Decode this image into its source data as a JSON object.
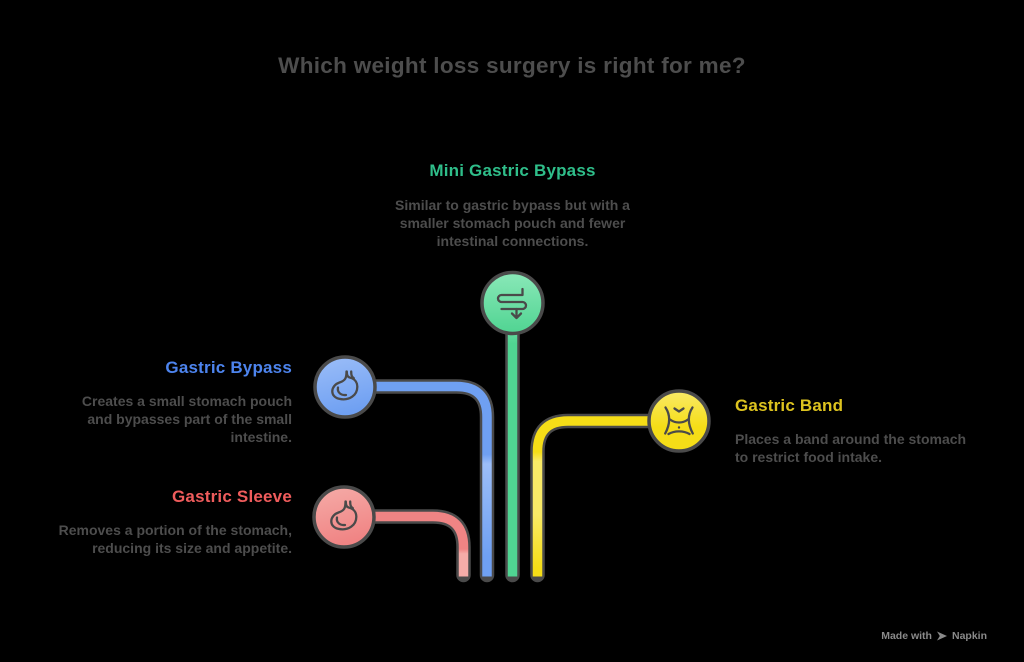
{
  "title": "Which weight loss surgery is right for me?",
  "branches": [
    {
      "id": "mini-gastric-bypass",
      "title": "Mini Gastric Bypass",
      "description": "Similar to gastric bypass but with a smaller stomach pouch and fewer intestinal connections.",
      "color": "#2FBE8A",
      "icon": "intestine-with-down-arrow"
    },
    {
      "id": "gastric-bypass",
      "title": "Gastric Bypass",
      "description": "Creates a small stomach pouch and bypasses part of the small intestine.",
      "color": "#4D84EE",
      "icon": "stomach"
    },
    {
      "id": "gastric-sleeve",
      "title": "Gastric Sleeve",
      "description": "Removes a portion of the stomach, reducing its size and appetite.",
      "color": "#EF5C5C",
      "icon": "stomach"
    },
    {
      "id": "gastric-band",
      "title": "Gastric Band",
      "description": "Places a band around the stomach to restrict food intake.",
      "color": "#DDC31F",
      "icon": "torso-waist"
    }
  ],
  "watermark": {
    "prefix": "Made with",
    "brand": "Napkin"
  },
  "palette": {
    "background": "#000000",
    "outline": "#4A4A4A",
    "title-text": "#4D4D4D",
    "body-text": "#4D4D4D",
    "watermark-text": "#8A8A8A",
    "green": "#50D492",
    "green-light": "#8AE8B8",
    "blue": "#6FA0F2",
    "blue-light": "#9CBEF8",
    "red": "#F08484",
    "red-light": "#F5ACA8",
    "yellow": "#F5DD17",
    "yellow-light": "#F9EA67"
  }
}
